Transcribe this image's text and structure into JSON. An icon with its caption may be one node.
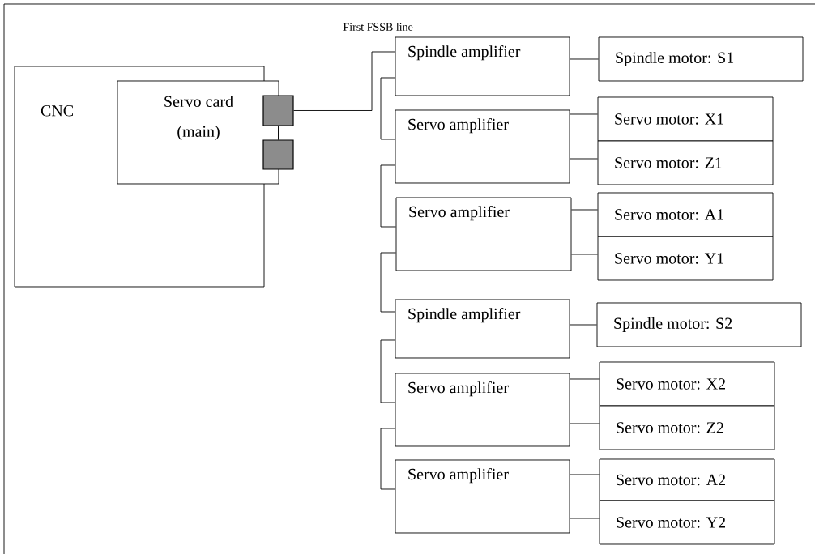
{
  "diagram": {
    "nodes": [
      {
        "text": [
          "CNC"
        ]
      },
      {
        "text": [
          "Servo card (main)"
        ]
      },
      {
        "text": [],
        "shape": "box"
      },
      {
        "text": [],
        "shape": "box"
      },
      {
        "text": [
          "Spindle amplifier"
        ]
      },
      {
        "text": [
          "Spindle motor: S1"
        ]
      },
      {
        "text": [
          "Servo amplifier"
        ]
      },
      {
        "text": [
          "Servo motor: X1"
        ]
      },
      {
        "text": [
          "Servo motor: Z1"
        ]
      },
      {
        "text": [
          "Servo amplifier"
        ]
      },
      {
        "text": [
          "Servo motor: A1"
        ]
      },
      {
        "text": [
          "Servo motor: Y1"
        ]
      },
      {
        "text": [
          "Spindle amplifier"
        ]
      },
      {
        "text": [
          "Spindle motor: S2"
        ]
      },
      {
        "text": [
          "Servo amplifier"
        ]
      },
      {
        "text": [
          "Servo motor: X2"
        ]
      },
      {
        "text": [
          "Servo motor: Z2"
        ]
      },
      {
        "text": [
          "Servo amplifier"
        ]
      },
      {
        "text": [
          "Servo motor: A2"
        ]
      },
      {
        "text": [
          "Servo motor: Y2"
        ]
      }
    ],
    "edges": [
      {
        "from": 2,
        "to": 3,
        "arrow": "none"
      },
      {
        "from": 2,
        "to": 4,
        "arrow": "none"
      },
      {
        "from": 4,
        "to": 5,
        "arrow": "none"
      },
      {
        "from": 4,
        "to": 6,
        "arrow": "none"
      },
      {
        "from": 6,
        "to": 7,
        "arrow": "none"
      },
      {
        "from": 6,
        "to": 8,
        "arrow": "none"
      },
      {
        "from": 6,
        "to": 9,
        "arrow": "none"
      },
      {
        "from": 9,
        "to": 10,
        "arrow": "none"
      },
      {
        "from": 9,
        "to": 11,
        "arrow": "none"
      },
      {
        "from": 9,
        "to": 12,
        "arrow": "none"
      },
      {
        "from": 12,
        "to": 13,
        "arrow": "none"
      },
      {
        "from": 12,
        "to": 14,
        "arrow": "none"
      },
      {
        "from": 14,
        "to": 15,
        "arrow": "none"
      },
      {
        "from": 14,
        "to": 16,
        "arrow": "none"
      },
      {
        "from": 14,
        "to": 17,
        "arrow": "none"
      },
      {
        "from": 17,
        "to": 18,
        "arrow": "none"
      },
      {
        "from": 17,
        "to": 19,
        "arrow": "none"
      }
    ],
    "labels": [
      "First FSSB line"
    ]
  }
}
